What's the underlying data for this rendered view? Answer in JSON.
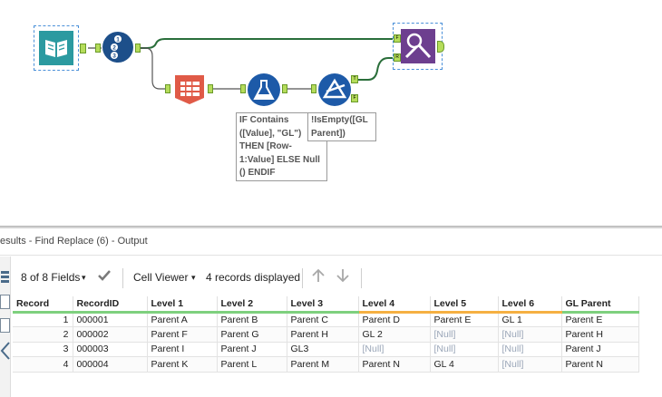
{
  "workflow": {
    "annotations": {
      "formula": "IF Contains\n([Value], \"GL\")\nTHEN [Row-\n1:Value] ELSE Null\n() ENDIF",
      "filter": "!IsEmpty([GL\nParent])"
    },
    "anchors": {
      "true": "T",
      "false": "F",
      "find": "F",
      "replace": "R"
    }
  },
  "results": {
    "title": "esults - Find Replace (6) - Output",
    "fields_label": "8 of 8 Fields",
    "viewer_label": "Cell Viewer",
    "records_label": "4 records displayed",
    "columns": [
      {
        "label": "Record"
      },
      {
        "label": "RecordID"
      },
      {
        "label": "Level 1"
      },
      {
        "label": "Level 2"
      },
      {
        "label": "Level 3"
      },
      {
        "label": "Level 4"
      },
      {
        "label": "Level 5"
      },
      {
        "label": "Level 6"
      },
      {
        "label": "GL Parent"
      }
    ],
    "rows": [
      [
        "1",
        "000001",
        "Parent A",
        "Parent B",
        "Parent C",
        "Parent D",
        "Parent E",
        "GL 1",
        "Parent E"
      ],
      [
        "2",
        "000002",
        "Parent F",
        "Parent G",
        "Parent H",
        "GL 2",
        "[Null]",
        "[Null]",
        "Parent H"
      ],
      [
        "3",
        "000003",
        "Parent I",
        "Parent J",
        "GL3",
        "[Null]",
        "[Null]",
        "[Null]",
        "Parent J"
      ],
      [
        "4",
        "000004",
        "Parent K",
        "Parent L",
        "Parent M",
        "Parent N",
        "GL 4",
        "[Null]",
        "Parent N"
      ]
    ]
  }
}
